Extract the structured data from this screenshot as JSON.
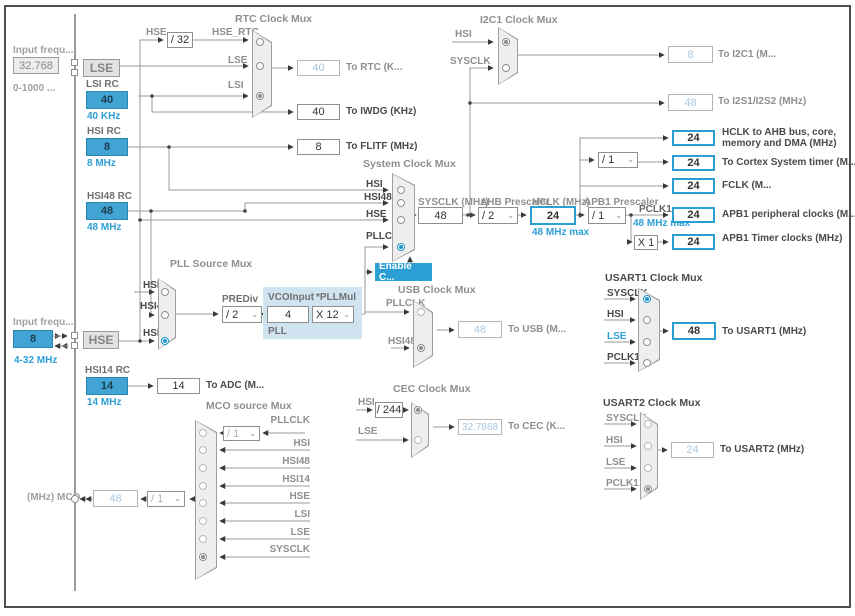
{
  "colors": {
    "accent": "#2b9fd4",
    "source_fill": "#42a4d4",
    "inactive_text": "#a9c8e1"
  },
  "icons": {
    "chevron_down": "⌄"
  },
  "osc32": {
    "label": "Input frequ...",
    "value": "32.768",
    "range": "0-1000 ...",
    "name": "LSE"
  },
  "osc_hse": {
    "label": "Input frequ...",
    "value": "8",
    "range": "4-32 MHz",
    "name": "HSE"
  },
  "lsi": {
    "label": "LSI RC",
    "value": "40",
    "freq": "40 KHz"
  },
  "hsi": {
    "label": "HSI RC",
    "value": "8",
    "freq": "8 MHz"
  },
  "hsi48": {
    "label": "HSI48 RC",
    "value": "48",
    "freq": "48 MHz"
  },
  "hsi14": {
    "label": "HSI14 RC",
    "value": "14",
    "freq": "14 MHz"
  },
  "rtc": {
    "title": "RTC Clock Mux",
    "hse": "HSE",
    "div": "/ 32",
    "hse_rtc": "HSE_RTC",
    "lse": "LSE",
    "lsi": "LSI",
    "rtc_value": "40",
    "rtc_label": "To RTC (K...",
    "iwdg_value": "40",
    "iwdg_label": "To IWDG (KHz)"
  },
  "flitf": {
    "value": "8",
    "label": "To FLITF (MHz)"
  },
  "i2c1": {
    "title": "I2C1 Clock Mux",
    "hsi": "HSI",
    "sysclk": "SYSCLK",
    "value": "8",
    "label": "To I2C1 (M..."
  },
  "i2s": {
    "value": "48",
    "label": "To I2S1/I2S2 (MHz)"
  },
  "system": {
    "title": "System Clock Mux",
    "hsi": "HSI",
    "hsi48": "HSI48",
    "hse": "HSE",
    "pllclk": "PLLCLK",
    "enable": "Enable C...",
    "sysclk_label": "SYSCLK (MHz)",
    "sysclk": "48",
    "ahb_label": "AHB Prescaler",
    "ahb": "/ 2",
    "hclk_label": "HCLK (MHz)",
    "hclk": "24",
    "hclk_max": "48 MHz max",
    "apb1_label": "APB1 Prescaler",
    "apb1": "/ 1",
    "pclk1": "PCLK1",
    "pclk1_max": "48 MHz max",
    "x1": "X 1",
    "cortex_div": "/ 1"
  },
  "outputs": [
    {
      "value": "24",
      "label": "HCLK to AHB bus, core, memory and DMA (MHz)"
    },
    {
      "value": "24",
      "label": "To Cortex System timer (M..."
    },
    {
      "value": "24",
      "label": "FCLK (M..."
    },
    {
      "value": "24",
      "label": "APB1 peripheral clocks (M..."
    },
    {
      "value": "24",
      "label": "APB1 Timer clocks (MHz)"
    }
  ],
  "pllsrc": {
    "title": "PLL Source Mux",
    "hsi": "HSI",
    "hsi48": "HSI48",
    "hse": "HSE"
  },
  "pll": {
    "prediv_label": "PREDiv",
    "prediv": "/ 2",
    "vco_label": "VCOInput",
    "vco": "4",
    "mul_label": "*PLLMul",
    "mul": "X 12",
    "name": "PLL"
  },
  "usb": {
    "title": "USB Clock Mux",
    "pllclk": "PLLCLK",
    "hsi48": "HSI48",
    "value": "48",
    "label": "To USB (M..."
  },
  "cec": {
    "title": "CEC Clock Mux",
    "hsi": "HSI",
    "div": "/ 244",
    "lse": "LSE",
    "value": "32.7868",
    "label": "To CEC (K..."
  },
  "usart1": {
    "title": "USART1 Clock Mux",
    "sysclk": "SYSCLK",
    "hsi": "HSI",
    "lse": "LSE",
    "pclk1": "PCLK1",
    "value": "48",
    "label": "To USART1 (MHz)"
  },
  "usart2": {
    "title": "USART2 Clock Mux",
    "sysclk": "SYSCLK",
    "hsi": "HSI",
    "lse": "LSE",
    "pclk1": "PCLK1",
    "value": "24",
    "label": "To USART2 (MHz)"
  },
  "adc": {
    "value": "14",
    "label": "To ADC (M..."
  },
  "mco": {
    "title": "MCO source Mux",
    "div_in": "/ 1",
    "inputs": [
      "PLLCLK",
      "HSI",
      "HSI48",
      "HSI14",
      "HSE",
      "LSI",
      "LSE",
      "SYSCLK"
    ],
    "div_out": "/ 1",
    "value": "48",
    "label": "(MHz) MCO"
  }
}
